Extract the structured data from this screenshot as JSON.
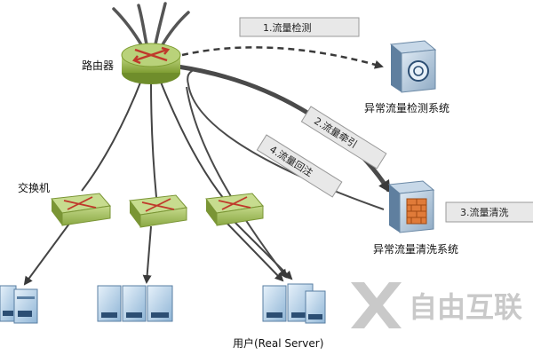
{
  "labels": {
    "router": "路由器",
    "switch": "交换机",
    "detect_system": "异常流量检测系统",
    "clean_system": "异常流量清洗系统",
    "user": "用户(Real Server)"
  },
  "steps": {
    "step1": "1.流量检测",
    "step2": "2.流量牵引",
    "step3": "3.流量清洗",
    "step4": "4.流量回注"
  },
  "watermark": "自由互联",
  "colors": {
    "router_fill": "#9dbb4a",
    "switch_fill": "#a6c25a",
    "server_fill": "#c5dcee",
    "line": "#4a4a4a",
    "box_fill": "#e8e8e8"
  }
}
